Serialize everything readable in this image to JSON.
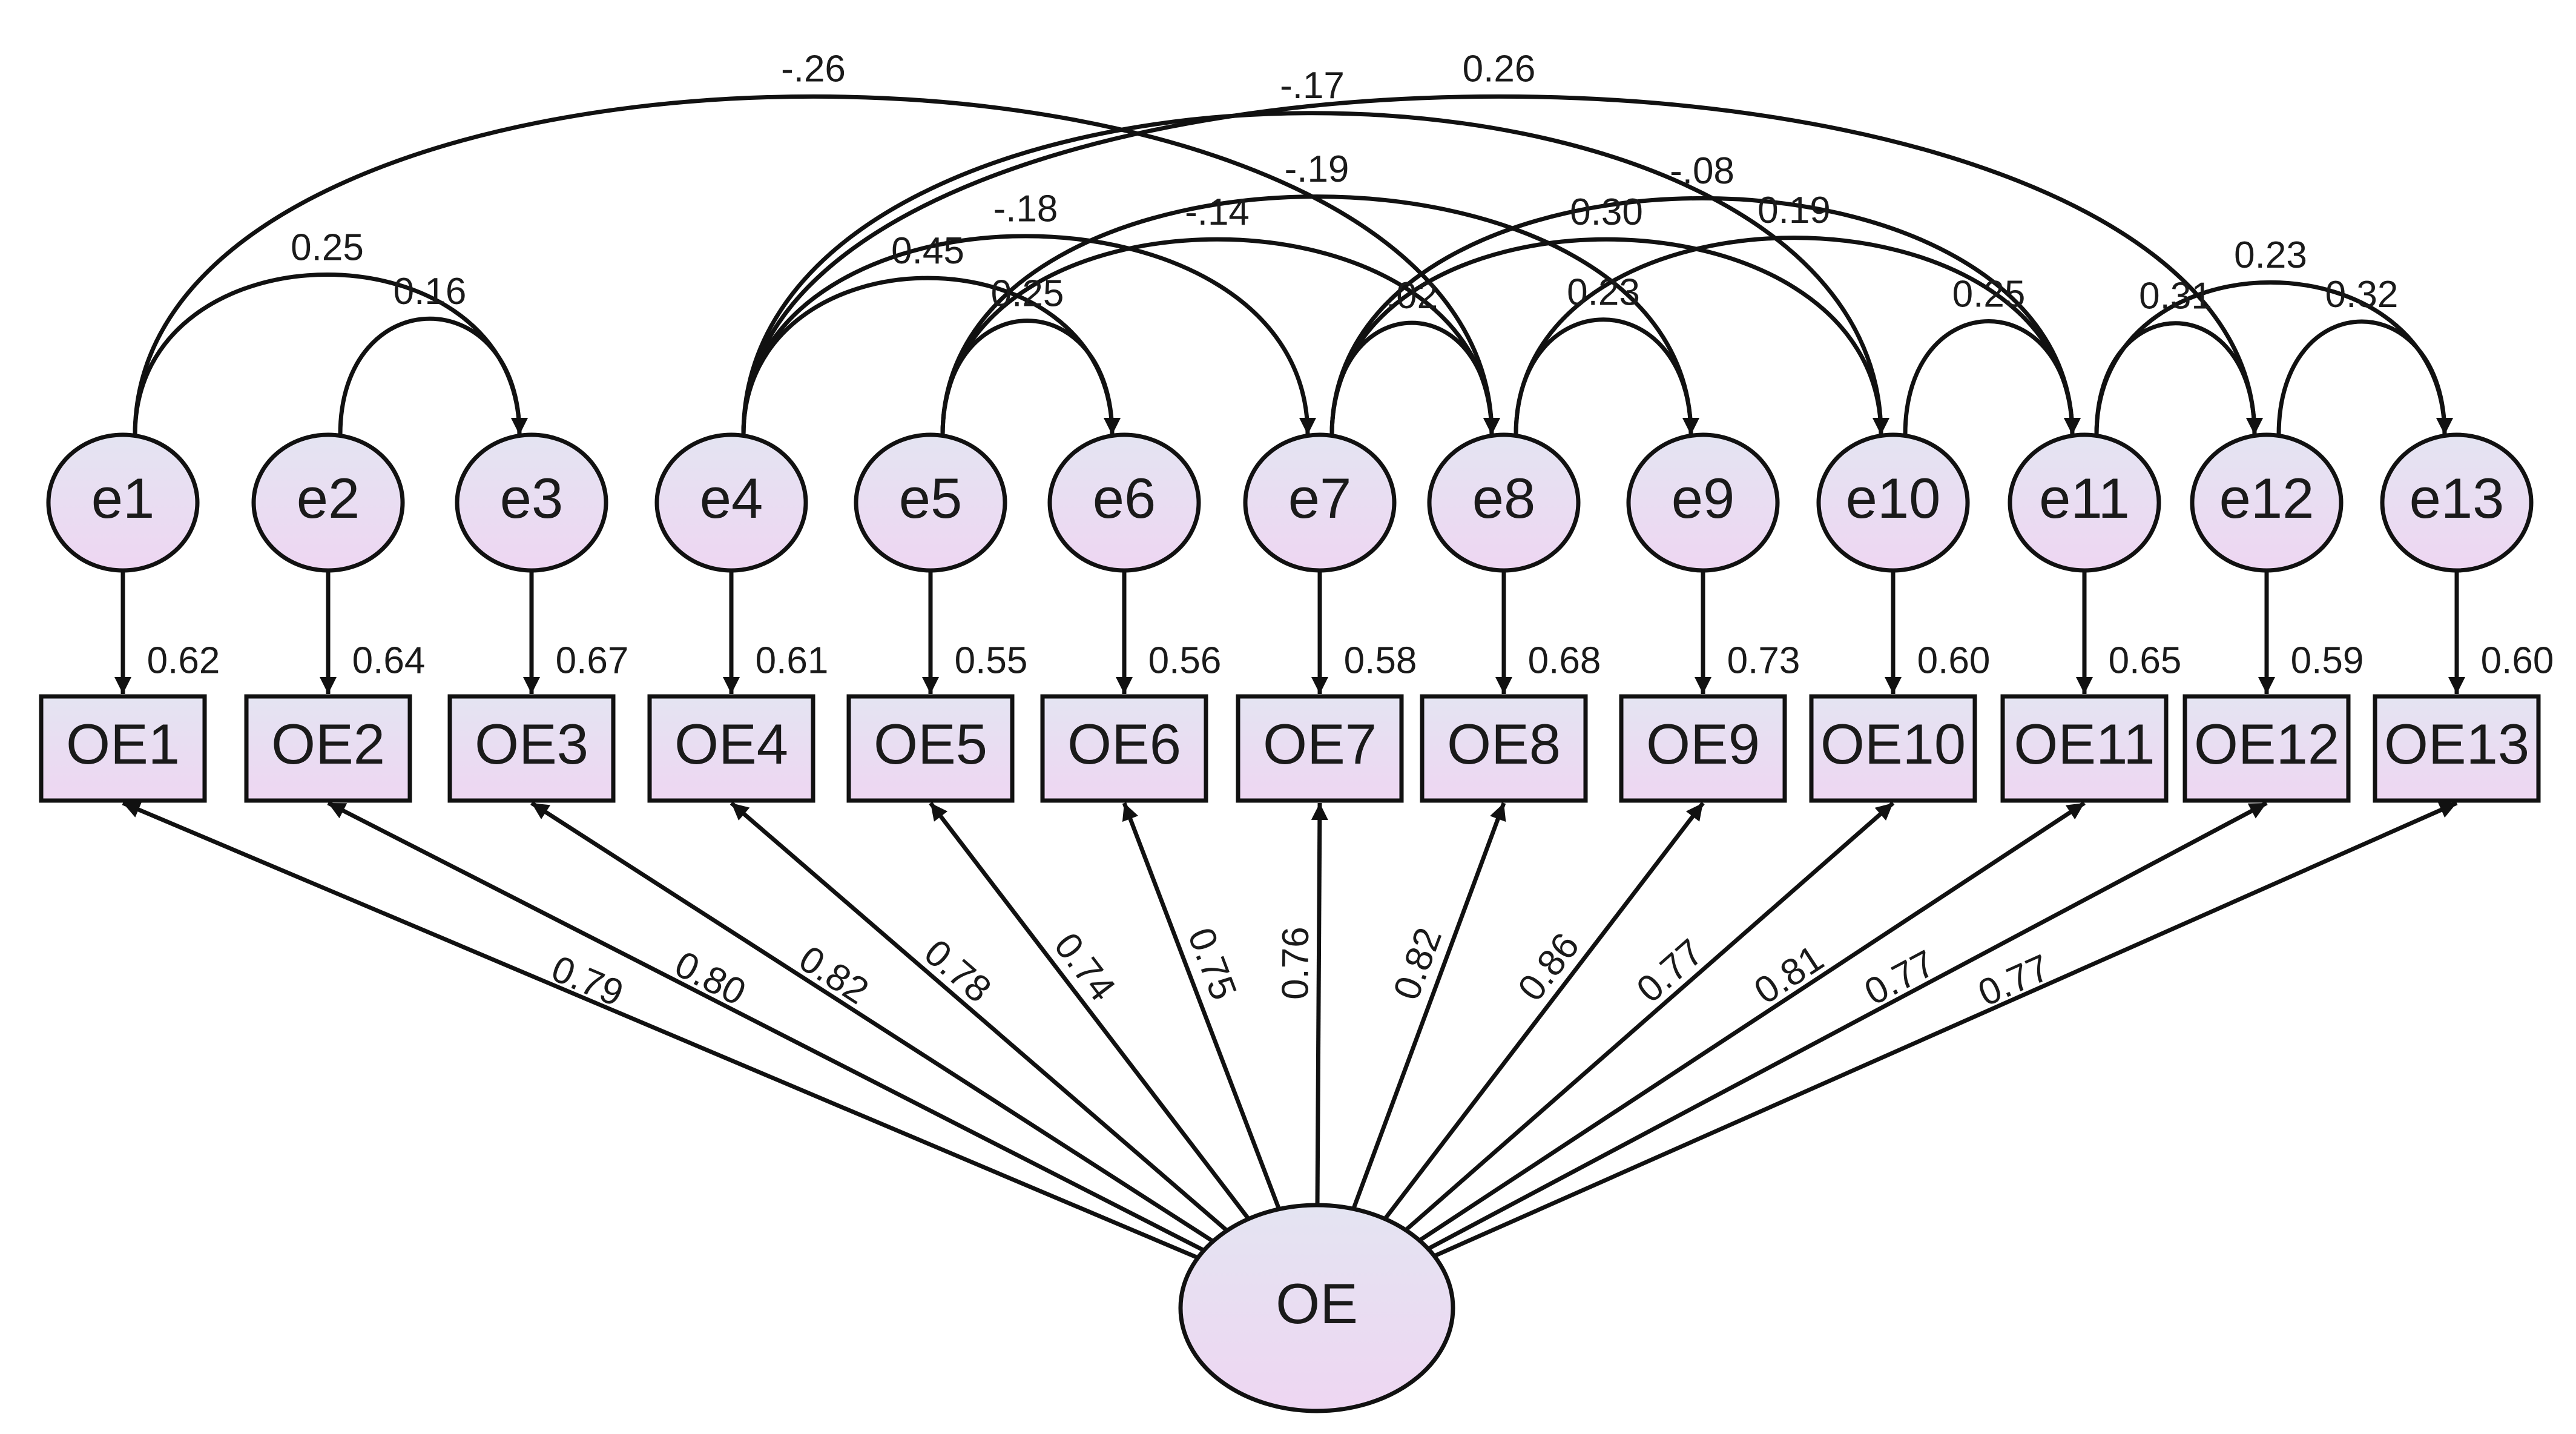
{
  "diagram": {
    "colors": {
      "node_fill_top": "#e4e4f2",
      "node_fill_bottom": "#eed6f2",
      "stroke": "#111111"
    },
    "latent": {
      "id": "OE",
      "label": "OE"
    },
    "errors": [
      "e1",
      "e2",
      "e3",
      "e4",
      "e5",
      "e6",
      "e7",
      "e8",
      "e9",
      "e10",
      "e11",
      "e12",
      "e13"
    ],
    "indicators": [
      "OE1",
      "OE2",
      "OE3",
      "OE4",
      "OE5",
      "OE6",
      "OE7",
      "OE8",
      "OE9",
      "OE10",
      "OE11",
      "OE12",
      "OE13"
    ],
    "error_path_labels": [
      "0.62",
      "0.64",
      "0.67",
      "0.61",
      "0.55",
      "0.56",
      "0.58",
      "0.68",
      "0.73",
      "0.60",
      "0.65",
      "0.59",
      "0.60"
    ],
    "loadings": [
      "0.79",
      "0.80",
      "0.82",
      "0.78",
      "0.74",
      "0.75",
      "0.76",
      "0.82",
      "0.86",
      "0.77",
      "0.81",
      "0.77",
      "0.77"
    ],
    "covariances": [
      {
        "from": "e1",
        "to": "e3",
        "label": "0.25"
      },
      {
        "from": "e2",
        "to": "e3",
        "label": "0.16"
      },
      {
        "from": "e1",
        "to": "e8",
        "label": "-.26"
      },
      {
        "from": "e4",
        "to": "e12",
        "label": "0.26"
      },
      {
        "from": "e4",
        "to": "e10",
        "label": "-.17"
      },
      {
        "from": "e4",
        "to": "e7",
        "label": "-.18"
      },
      {
        "from": "e4",
        "to": "e6",
        "label": "0.45"
      },
      {
        "from": "e5",
        "to": "e8",
        "label": "-.14"
      },
      {
        "from": "e5",
        "to": "e9",
        "label": "-.19"
      },
      {
        "from": "e5",
        "to": "e6",
        "label": "0.25"
      },
      {
        "from": "e7",
        "to": "e11",
        "label": "-.08"
      },
      {
        "from": "e7",
        "to": "e10",
        "label": "0.30"
      },
      {
        "from": "e7",
        "to": "e8",
        "label": ".02"
      },
      {
        "from": "e8",
        "to": "e11",
        "label": "0.19"
      },
      {
        "from": "e8",
        "to": "e9",
        "label": "0.23"
      },
      {
        "from": "e10",
        "to": "e11",
        "label": "0.25"
      },
      {
        "from": "e11",
        "to": "e12",
        "label": "0.31"
      },
      {
        "from": "e11",
        "to": "e13",
        "label": "0.23"
      },
      {
        "from": "e12",
        "to": "e13",
        "label": "0.32"
      }
    ]
  }
}
